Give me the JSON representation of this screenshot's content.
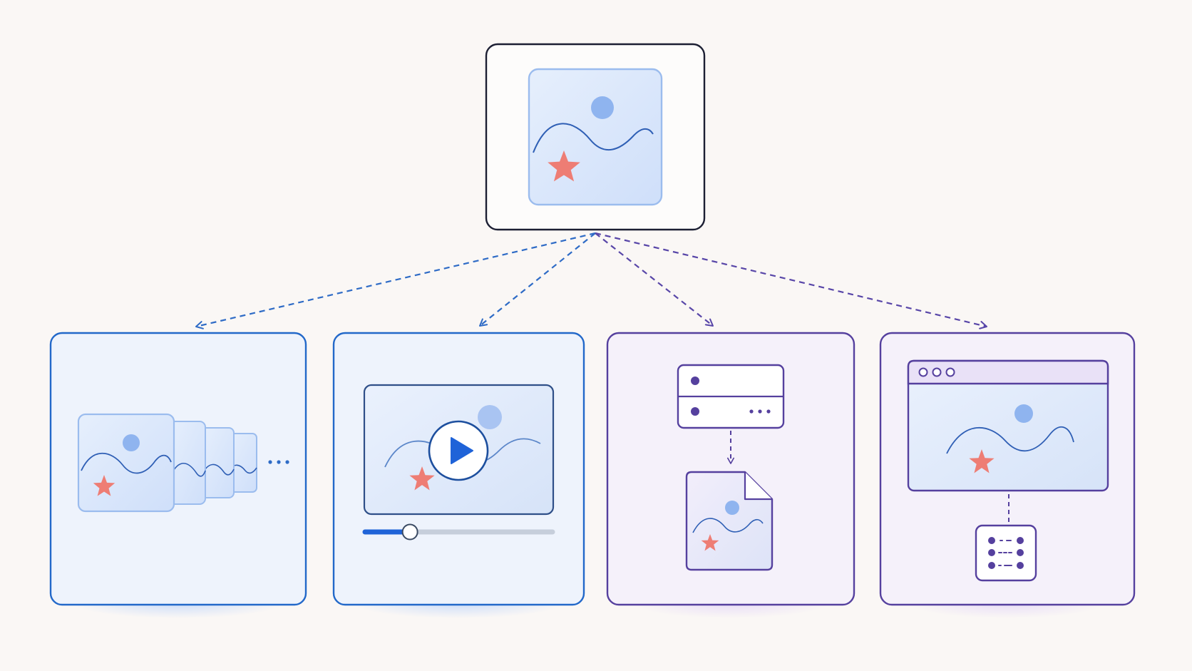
{
  "colors": {
    "background": "#faf7f5",
    "source_border": "#1c1f33",
    "image_fill": "#d9e6fb",
    "image_border": "#9bbcee",
    "sun": "#8fb4ef",
    "wave": "#2f5fb5",
    "star": "#ee7d74",
    "blue_accent": "#2268c9",
    "blue_panel_fill": "#eef3fc",
    "purple_accent": "#55409e",
    "purple_panel_fill": "#f5f1fa",
    "blue_arrow": "#2e6bc6",
    "purple_arrow": "#5846a8",
    "play_triangle": "#1f63d8"
  },
  "source": {
    "name": "source-image",
    "icon": "image-icon"
  },
  "panels": [
    {
      "name": "image-sequence-panel",
      "icon": "image-sequence-icon",
      "theme": "blue",
      "ellipsis": "..."
    },
    {
      "name": "video-panel",
      "icon": "video-player-icon",
      "theme": "blue",
      "progress": 0.24
    },
    {
      "name": "server-to-file-panel",
      "icon": "server-to-image-file-icon",
      "theme": "purple",
      "ellipsis": "..."
    },
    {
      "name": "browser-render-panel",
      "icon": "browser-window-icon",
      "theme": "purple"
    }
  ],
  "connectors": [
    {
      "from": "source-image",
      "to": "image-sequence-panel",
      "style": "dashed",
      "theme": "blue"
    },
    {
      "from": "source-image",
      "to": "video-panel",
      "style": "dashed",
      "theme": "blue"
    },
    {
      "from": "source-image",
      "to": "server-to-file-panel",
      "style": "dashed",
      "theme": "purple"
    },
    {
      "from": "source-image",
      "to": "browser-render-panel",
      "style": "dashed",
      "theme": "purple"
    }
  ]
}
